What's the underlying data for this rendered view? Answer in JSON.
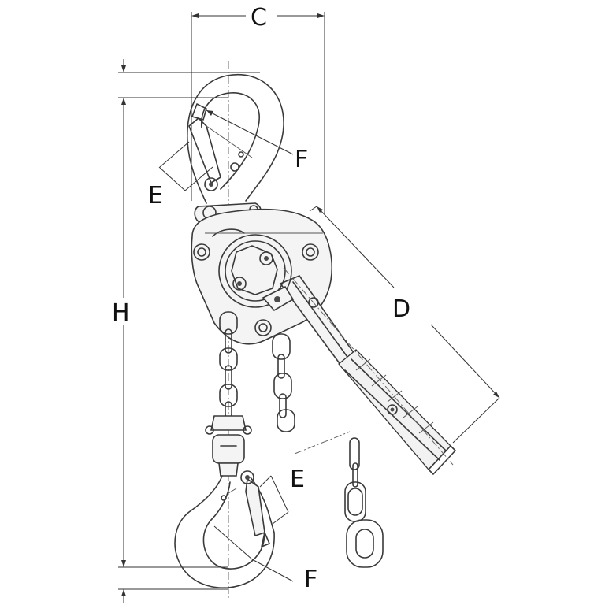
{
  "diagram": {
    "labels": {
      "C": "C",
      "D": "D",
      "E_top": "E",
      "E_bottom": "E",
      "F_top": "F",
      "F_bottom": "F",
      "H": "H"
    },
    "colors": {
      "line": "#3a3a3a",
      "text": "#111111",
      "background": "#ffffff"
    }
  }
}
